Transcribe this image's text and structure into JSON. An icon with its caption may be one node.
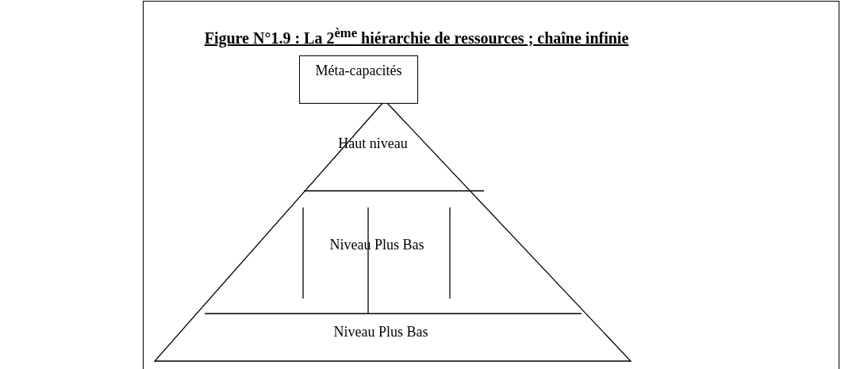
{
  "diagram": {
    "title": "Figure N°1.9 : La 2$^{ème}$ hiérarchie de ressources ; chaîne infinie",
    "nodes": [
      {
        "text": [
          "Méta-capacités"
        ]
      },
      {
        "text": [],
        "shape": "triangle"
      },
      {
        "text": [
          "Haut niveau"
        ],
        "in": 1
      },
      {
        "text": [
          "Niveau Plus Bas"
        ],
        "in": 1
      },
      {
        "text": [
          "Niveau Plus Bas"
        ],
        "in": 1
      }
    ]
  }
}
